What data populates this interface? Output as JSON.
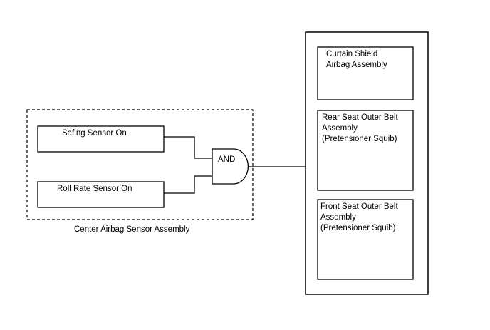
{
  "center_assembly": {
    "label": "Center Airbag Sensor Assembly",
    "safing_sensor": "Safing Sensor On",
    "roll_rate_sensor": "Roll Rate Sensor On",
    "gate": "AND"
  },
  "output_group": {
    "curtain_shield": [
      "Curtain Shield",
      "Airbag Assembly"
    ],
    "rear_seat_belt": [
      "Rear Seat Outer Belt",
      "Assembly",
      "(Pretensioner Squib)"
    ],
    "front_seat_belt": [
      "Front Seat Outer Belt",
      "Assembly",
      "(Pretensioner Squib)"
    ]
  }
}
